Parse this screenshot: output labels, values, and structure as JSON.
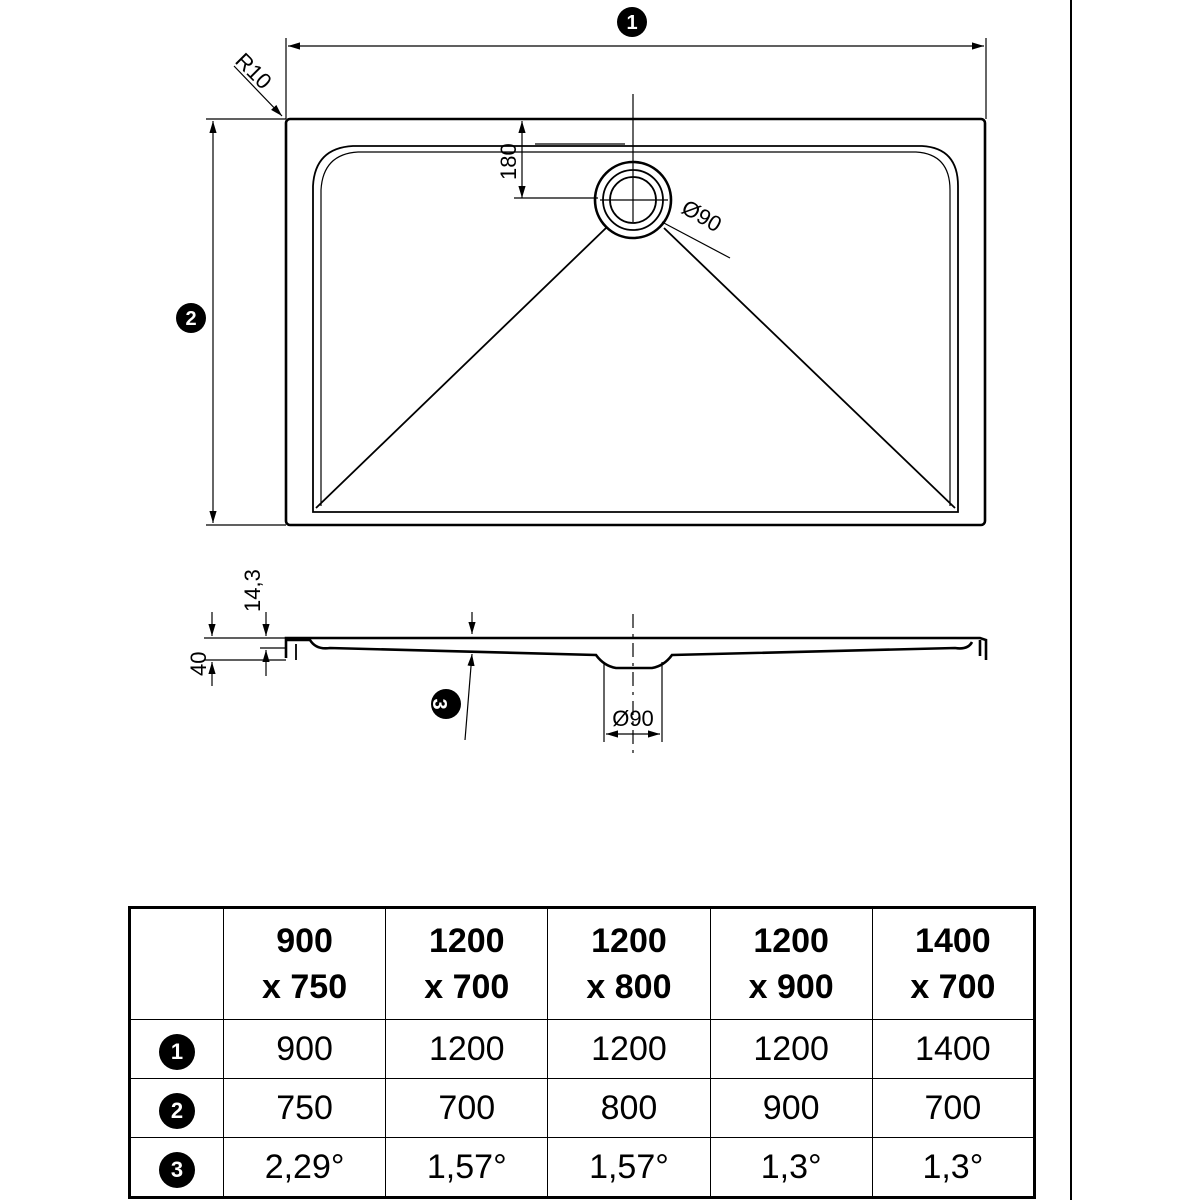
{
  "drawing": {
    "badges": [
      "1",
      "2",
      "3"
    ],
    "dimensions": {
      "radius": "R10",
      "drain_offset": "180",
      "drain_diameter_top": "Ø90",
      "rim_height": "14,3",
      "total_height": "40",
      "drain_diameter_side": "Ø90"
    }
  },
  "table": {
    "corner": "",
    "columns": [
      {
        "line1": "900",
        "line2": "x 750"
      },
      {
        "line1": "1200",
        "line2": "x 700"
      },
      {
        "line1": "1200",
        "line2": "x 800"
      },
      {
        "line1": "1200",
        "line2": "x 900"
      },
      {
        "line1": "1400",
        "line2": "x 700"
      }
    ],
    "rows": [
      {
        "badge": "1",
        "values": [
          "900",
          "1200",
          "1200",
          "1200",
          "1400"
        ]
      },
      {
        "badge": "2",
        "values": [
          "750",
          "700",
          "800",
          "900",
          "700"
        ]
      },
      {
        "badge": "3",
        "values": [
          "2,29°",
          "1,57°",
          "1,57°",
          "1,3°",
          "1,3°"
        ]
      }
    ]
  }
}
